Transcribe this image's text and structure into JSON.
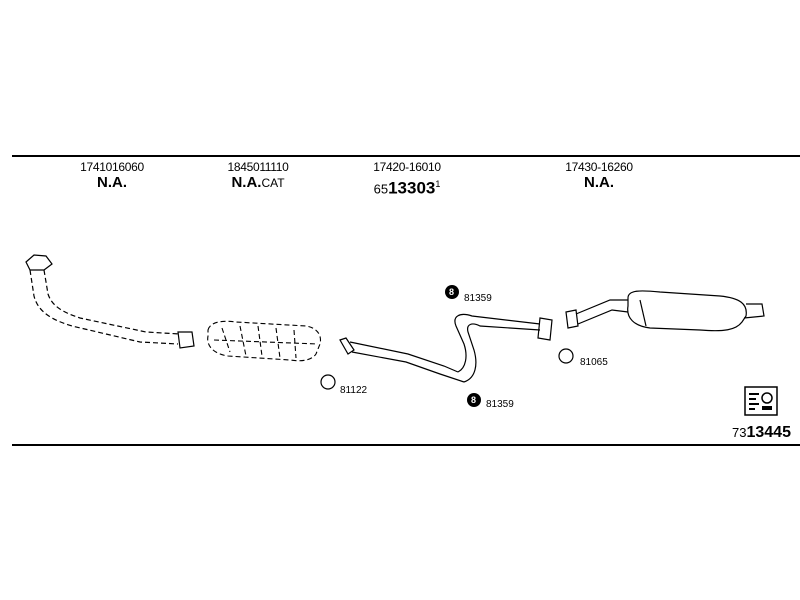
{
  "parts": [
    {
      "part_number": "1741016060",
      "code": "N.A.",
      "suffix": ""
    },
    {
      "part_number": "1845011110",
      "code": "N.A.",
      "suffix": "CAT"
    },
    {
      "part_number": "17420-16010",
      "ref_prefix": "65",
      "ref_main": "13303",
      "ref_sup": "1"
    },
    {
      "part_number": "17430-16260",
      "code": "N.A.",
      "suffix": ""
    }
  ],
  "callouts": {
    "gasket_front": "81122",
    "clamp_upper": "81359",
    "clamp_lower": "81359",
    "gasket_rear": "81065"
  },
  "diagram_number": {
    "prefix": "73",
    "main": "13445"
  },
  "icons": {
    "document": "document-icon"
  },
  "colors": {
    "line": "#000000",
    "background": "#ffffff"
  }
}
